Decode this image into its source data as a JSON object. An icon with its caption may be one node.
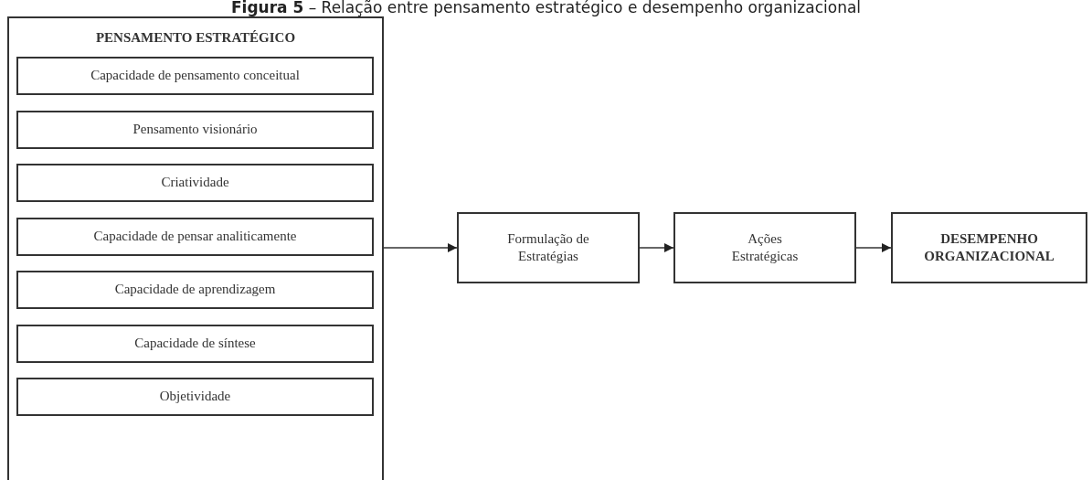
{
  "diagram": {
    "title": "**Figura 5** – Relação entre pensamento estratégico e desempenho organizacional",
    "nodes": [
      {
        "text": [
          "PENSAMENTO ESTRATÉGICO"
        ]
      },
      {
        "text": [
          "Capacidade de pensamento conceitual"
        ],
        "in": 0
      },
      {
        "text": [
          "Pensamento visionário"
        ],
        "in": 0
      },
      {
        "text": [
          "Criatividade"
        ],
        "in": 0
      },
      {
        "text": [
          "Capacidade de pensar analiticamente"
        ],
        "in": 0
      },
      {
        "text": [
          "Capacidade de aprendizagem"
        ],
        "in": 0
      },
      {
        "text": [
          "Capacidade de síntese"
        ],
        "in": 0
      },
      {
        "text": [
          "Objetividade"
        ],
        "in": 0
      },
      {
        "text": [
          "Formulação de Estratégias"
        ]
      },
      {
        "text": [
          "Ações Estratégicas"
        ]
      },
      {
        "text": [
          "DESEMPENHO ORGANIZACIONAL"
        ]
      }
    ],
    "edges": [
      {
        "from": 0,
        "to": 8,
        "arrow": "to"
      },
      {
        "from": 8,
        "to": 9,
        "arrow": "to"
      },
      {
        "from": 9,
        "to": 10,
        "arrow": "to"
      }
    ]
  }
}
